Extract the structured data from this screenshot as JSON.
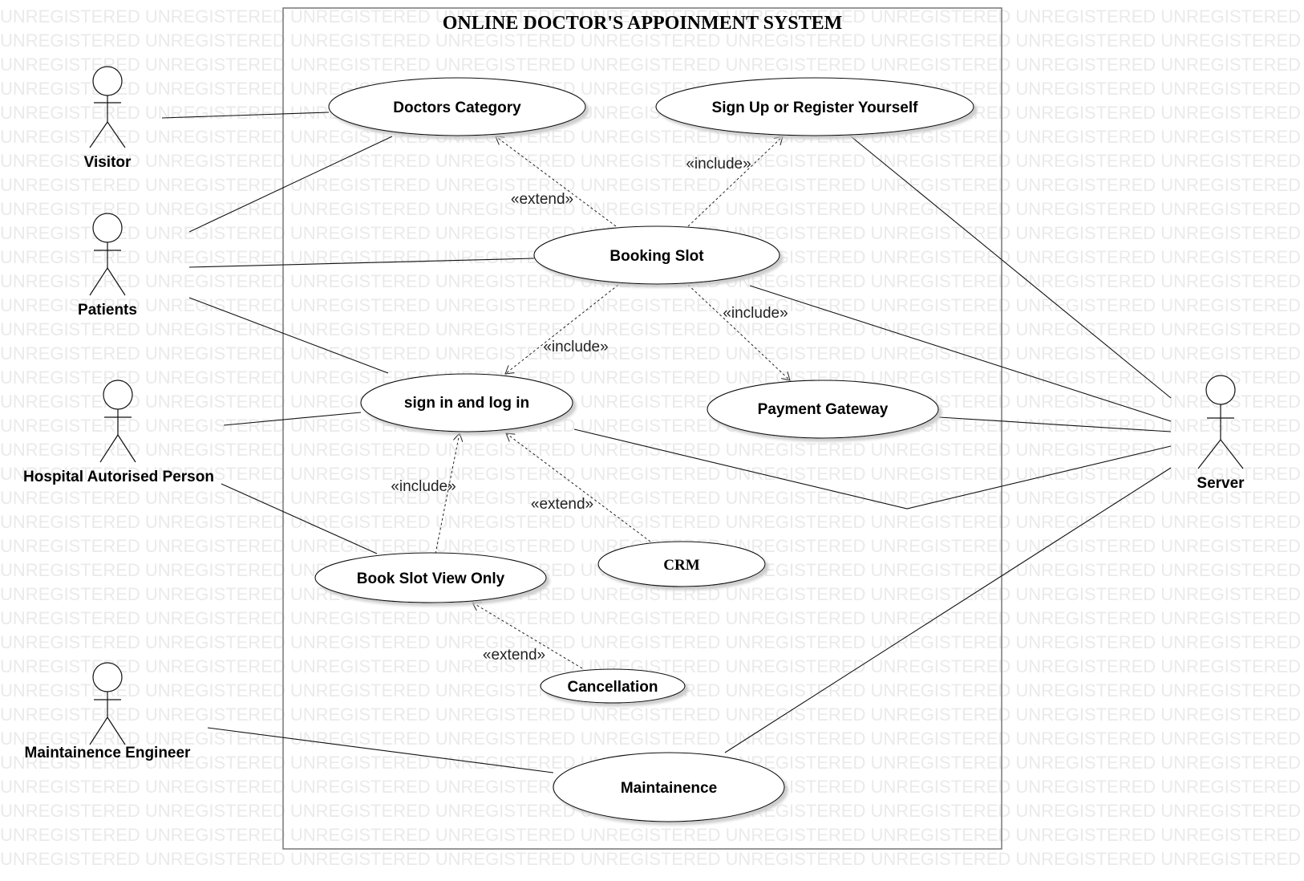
{
  "watermark": {
    "text": "UNREGISTERED"
  },
  "diagram": {
    "title": "ONLINE DOCTOR'S APPOINMENT SYSTEM",
    "actors": [
      {
        "id": "visitor",
        "name": "Visitor"
      },
      {
        "id": "patients",
        "name": "Patients"
      },
      {
        "id": "hospital",
        "name": "Hospital Autorised Person"
      },
      {
        "id": "engineer",
        "name": "Maintainence Engineer"
      },
      {
        "id": "server",
        "name": "Server"
      }
    ],
    "use_cases": [
      {
        "id": "doctors_category",
        "name": "Doctors Category"
      },
      {
        "id": "sign_up",
        "name": "Sign Up or Register Yourself"
      },
      {
        "id": "booking_slot",
        "name": "Booking Slot"
      },
      {
        "id": "sign_in",
        "name": "sign in and  log in"
      },
      {
        "id": "payment_gateway",
        "name": "Payment Gateway"
      },
      {
        "id": "crm",
        "name": "CRM"
      },
      {
        "id": "book_slot_view",
        "name": "Book Slot View Only"
      },
      {
        "id": "cancellation",
        "name": "Cancellation"
      },
      {
        "id": "maintainence",
        "name": "Maintainence"
      }
    ],
    "relations": [
      {
        "from": "booking_slot",
        "to": "doctors_category",
        "label": "«extend»"
      },
      {
        "from": "booking_slot",
        "to": "sign_up",
        "label": "«include»"
      },
      {
        "from": "booking_slot",
        "to": "payment_gateway",
        "label": "«include»"
      },
      {
        "from": "booking_slot",
        "to": "sign_in",
        "label": "«include»"
      },
      {
        "from": "book_slot_view",
        "to": "sign_in",
        "label": "«include»"
      },
      {
        "from": "crm",
        "to": "sign_in",
        "label": "«extend»"
      },
      {
        "from": "cancellation",
        "to": "book_slot_view",
        "label": "«extend»"
      }
    ]
  }
}
